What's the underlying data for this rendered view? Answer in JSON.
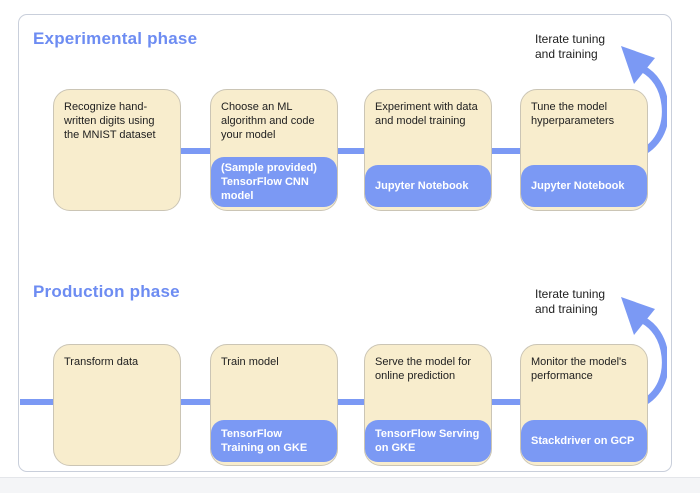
{
  "colors": {
    "accent_blue": "#7b99f4",
    "title_blue": "#6d8cf2",
    "step_fill": "#f8edcd",
    "step_border": "#cbc5b5",
    "card_border": "#c9cfdb",
    "text_dark": "#212121",
    "tool_text": "#ffffff",
    "footer_bg": "#f4f5f7"
  },
  "phases": [
    {
      "title": "Experimental phase",
      "iterate_label": "Iterate tuning and training",
      "steps": [
        {
          "description": "Recognize hand-written digits using the MNIST dataset"
        },
        {
          "description": "Choose an ML algorithm and code your model",
          "tool": "(Sample provided) TensorFlow CNN model"
        },
        {
          "description": "Experiment with data and model training",
          "tool": "Jupyter Notebook"
        },
        {
          "description": "Tune the model hyperparameters",
          "tool": "Jupyter Notebook"
        }
      ]
    },
    {
      "title": "Production phase",
      "iterate_label": "Iterate tuning and training",
      "steps": [
        {
          "description": "Transform data"
        },
        {
          "description": "Train model",
          "tool": "TensorFlow Training on GKE"
        },
        {
          "description": "Serve the model for online prediction",
          "tool": "TensorFlow Serving on GKE"
        },
        {
          "description": "Monitor the model's performance",
          "tool": "Stackdriver on GCP"
        }
      ]
    }
  ]
}
